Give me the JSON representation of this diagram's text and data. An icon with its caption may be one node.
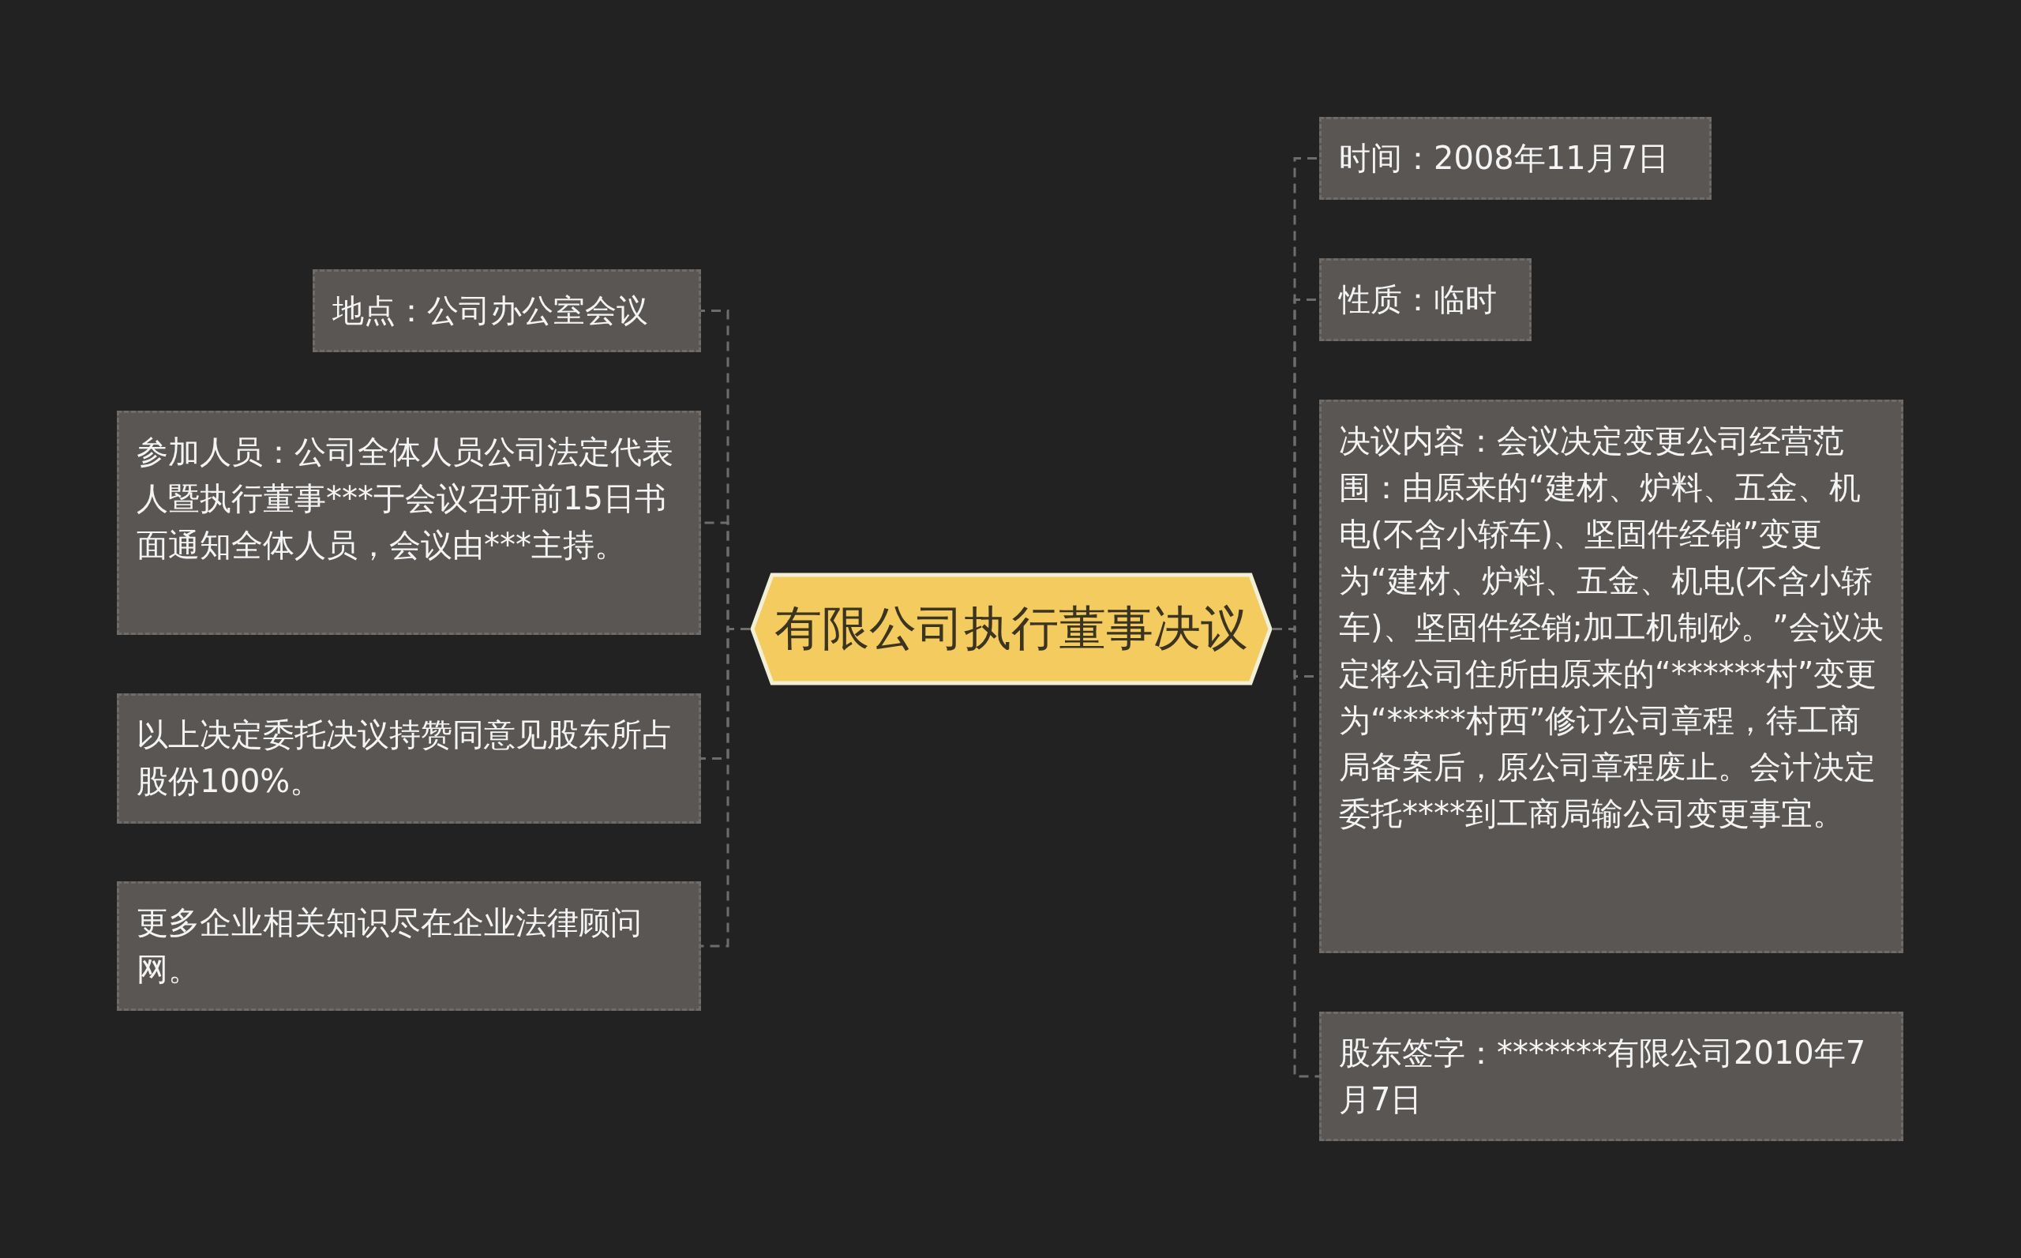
{
  "diagram": {
    "nodes": [
      {
        "text": [
          "有限公司执行董事决议"
        ]
      },
      {
        "text": [
          "地点：公司办公室会议"
        ]
      },
      {
        "text": [
          "参加人员：公司全体人员公司法定代表人暨执行董事***于会议召开前15日书面通知全体人员，会议由***主持。"
        ]
      },
      {
        "text": [
          "以上决定委托决议持赞同意见股东所占股份100%。"
        ]
      },
      {
        "text": [
          "更多企业相关知识尽在企业法律顾问网。"
        ]
      },
      {
        "text": [
          "时间：2008年11月7日"
        ]
      },
      {
        "text": [
          "性质：临时"
        ]
      },
      {
        "text": [
          "决议内容：会议决定变更公司经营范围：由原来的“建材、炉料、五金、机电(不含小轿车)、坚固件经销”变更为“建材、炉料、五金、机电(不含小轿车)、坚固件经销;加工机制砂。”会议决定将公司住所由原来的“******村”变更为“*****村西”修订公司章程，待工商局备案后，原公司章程废止。会计决定委托****到工商局输公司变更事宜。"
        ]
      },
      {
        "text": [
          "股东签字：*******有限公司2010年7月7日"
        ]
      }
    ],
    "edges": [
      {
        "from": 0,
        "to": 1,
        "arrow": "none"
      },
      {
        "from": 0,
        "to": 2,
        "arrow": "none"
      },
      {
        "from": 0,
        "to": 3,
        "arrow": "none"
      },
      {
        "from": 0,
        "to": 4,
        "arrow": "none"
      },
      {
        "from": 0,
        "to": 5,
        "arrow": "none"
      },
      {
        "from": 0,
        "to": 6,
        "arrow": "none"
      },
      {
        "from": 0,
        "to": 7,
        "arrow": "none"
      },
      {
        "from": 0,
        "to": 8,
        "arrow": "none"
      }
    ]
  }
}
